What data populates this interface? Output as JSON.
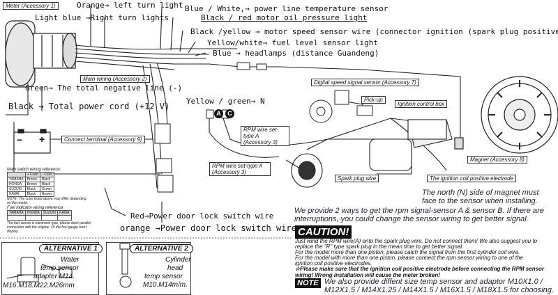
{
  "labels": {
    "meter": "Meter (Accessory 1)",
    "orange_left": "Orange→ left turn light",
    "blue_white": "Blue / White,→ power line temperature sensor",
    "black_red": "Black / red motor oil pressure light",
    "light_blue": "Light blue →Right turn lights",
    "black_yellow": "Black /yellow → motor speed sensor wire (connector ignition (spark plug positive))",
    "yellow_white": "Yellow/white→ fuel level sensor light",
    "blue_headlamps": "Blue → headlamps (distance Guandeng)",
    "main_wiring": "Main wiring (Accessory 2)",
    "green": "Green→ The total negative line (-)",
    "black_total": "Black → Total power cord (+12 V)",
    "yellow_green": "Yellow / green→ N",
    "connect_terminal": "Connect terminal (Accessory 9)",
    "rpm_a_box": "RPM wire set-type A (Accessory 3)",
    "rpm_a_box2": "RPM wire set-type A (Accessory 3)",
    "digital_speed": "Digital speed signal sensor (Accessory 7)",
    "pickup": "Pick-up",
    "ignition_box": "Ignition control box",
    "spark_plug": "Spark plug wire",
    "ignition_coil": "The ignition coil positive electrode",
    "magnet": "Magnet (Accessory 8)",
    "red_door": "Red→Power door lock switch wire",
    "orange_door": "orange →Power door lock switch wire",
    "letter_a": "A",
    "letter_c": "C",
    "plus": "+",
    "minus": "−"
  },
  "tables": {
    "main_switch_title": "Main switch wiring reference:",
    "main_switch_header": [
      "",
      "+ Color",
      "- Color"
    ],
    "main_switch_rows": [
      [
        "YAMAHA",
        "Brown",
        "Black"
      ],
      [
        "HONDA",
        "Brown",
        "Black"
      ],
      [
        "SUZUKI",
        "Black",
        "Green"
      ],
      [
        "KAWA",
        "Black",
        "Brown"
      ]
    ],
    "main_switch_note": "NOTE: The color listed above may differ depending on the model.",
    "fuel_title": "Fuel indicator wiring reference:",
    "fuel_header": [
      "YAMAHA",
      "HONDA",
      "SUZUKI",
      "KAWA"
    ],
    "fuel_note": "The fuel sensor is electronic type, please don't parallel connection with the original. Or the fuel gauge won't display."
  },
  "notices": {
    "north": "The north (N) side of magnet must face to the sensor when installing.",
    "two_ways": "We provide 2 ways to get the rpm signal-sensor A & sensor B. If there are interruptions, you could change the sensor wiring to get better signal.",
    "caution_title": "CAUTION!",
    "caution_lines": [
      "Just wind the RPM wire(A) onto the spark plug wire. Do not connect them! We also suggest you to",
      "replace the \"R\" type spark plug in the mean time to get better signal.",
      "For the model more than one piston, please catch the signal from the first cylinder coil wire.",
      "For the model with more than one piston, please connect the rpm sensor wiring to one of the",
      "ignition coil positive electrodes."
    ],
    "caution_bold": "☆Please make sure that the ignition coil positive electrode before connecting the RPM sensor wiring! Wrong installation will cause the meter broken!",
    "note_tag": "NOTE",
    "note_text_1": "We also provide diffent size temp sensor and adaptor M10X1.0 /",
    "note_text_2": "M12X1.5 / M14X1.25 / M14X1.5 / M16X1.5 / M18X1.5 for choosing."
  },
  "alternatives": {
    "alt1_title": "ALTERNATIVE 1",
    "alt1_text": [
      "Water",
      "temp sensor",
      "adapter M14.",
      "M16.M18.M22.M26mm"
    ],
    "alt2_title": "ALTERNATIVE 2",
    "alt2_text": [
      "Cylinder",
      "head",
      "temp sensor",
      "M10.M14m/m."
    ]
  }
}
